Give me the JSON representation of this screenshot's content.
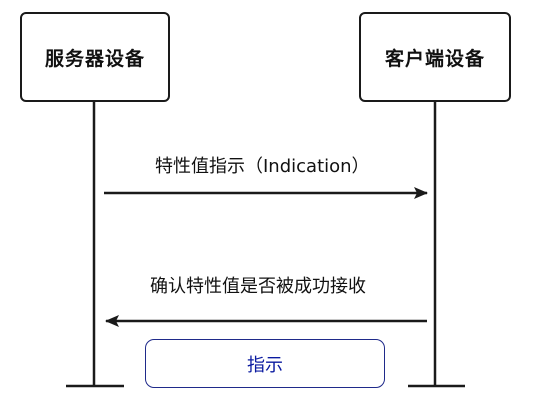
{
  "server_box": {
    "label": "服务器设备"
  },
  "client_box": {
    "label": "客户端设备"
  },
  "messages": [
    {
      "label": "特性值指示（Indication）",
      "direction": "right"
    },
    {
      "label": "确认特性值是否被成功接收",
      "direction": "left"
    }
  ],
  "action_button": {
    "label": "指示",
    "color": "#0a1aa0"
  },
  "colors": {
    "line": "#1a1a1a",
    "button_border": "#1f2a8a"
  }
}
